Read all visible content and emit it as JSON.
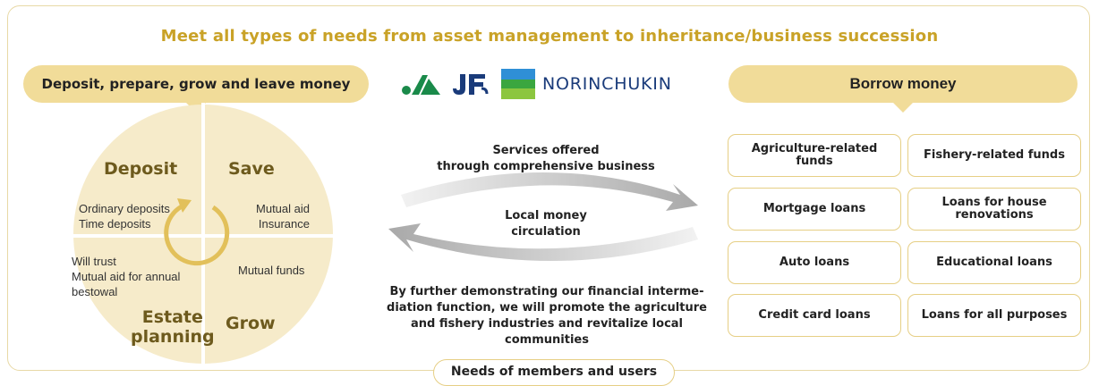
{
  "title": "Meet all types of needs from asset management to inheritance/business succession",
  "left_panel": {
    "header": "Deposit, prepare, grow and leave money",
    "quadrants": {
      "deposit": {
        "title": "Deposit",
        "items": [
          "Ordinary deposits",
          "Time deposits"
        ]
      },
      "save": {
        "title": "Save",
        "items": [
          "Mutual aid",
          "Insurance"
        ]
      },
      "estate": {
        "title_line1": "Estate",
        "title_line2": "planning",
        "items": [
          "Will trust",
          "Mutual aid for annual",
          "bestowal"
        ]
      },
      "grow": {
        "title": "Grow",
        "items": [
          "Mutual funds"
        ]
      }
    }
  },
  "logos": {
    "text": "NORINCHUKIN",
    "icons": [
      "ja-logo-icon",
      "jf-logo-icon",
      "norinchukin-logo-icon"
    ]
  },
  "middle": {
    "services_line1": "Services offered",
    "services_line2": "through comprehensive business",
    "circulation_line1": "Local money",
    "circulation_line2": "circulation",
    "statement_lines": [
      "By further demonstrating our financial interme-",
      "diation function, we will promote the agriculture",
      "and fishery industries and revitalize local",
      "communities"
    ],
    "needs_label": "Needs of members and users"
  },
  "right_panel": {
    "header": "Borrow money",
    "loans": [
      "Agriculture-related funds",
      "Fishery-related funds",
      "Mortgage loans",
      "Loans for house renovations",
      "Auto loans",
      "Educational loans",
      "Credit card loans",
      "Loans for all purposes"
    ]
  },
  "colors": {
    "accent_gold": "#c9a227",
    "pill_fill": "#f1dc99",
    "circle_fill": "#f6ebca",
    "logo_blue": "#1a3b7a",
    "arrow_gray": "#bcbcbc"
  }
}
